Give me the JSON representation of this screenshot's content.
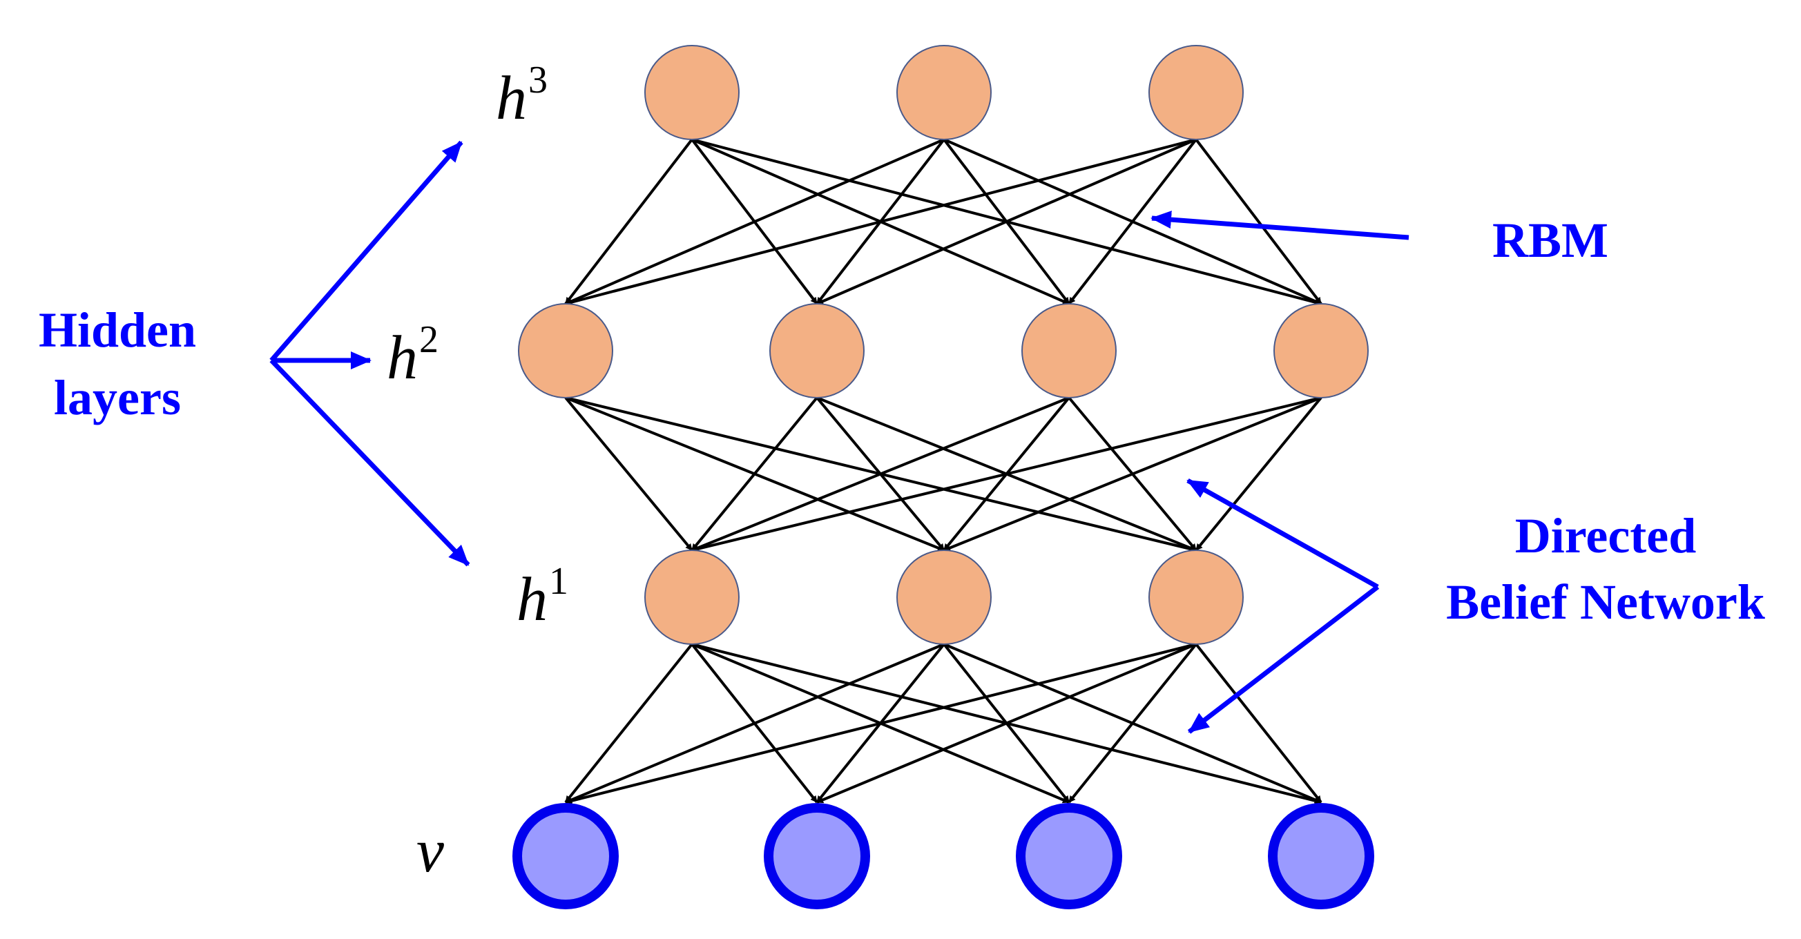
{
  "colors": {
    "hidden_node_fill": "#f3b084",
    "hidden_node_stroke": "#4a5a8a",
    "visible_node_fill": "#9a9aff",
    "visible_node_stroke": "#0000ee",
    "edge": "#000000",
    "annotation": "#0000ff"
  },
  "layers": [
    {
      "id": "h3",
      "base": "h",
      "sup": "3",
      "node_count": 3,
      "kind": "hidden"
    },
    {
      "id": "h2",
      "base": "h",
      "sup": "2",
      "node_count": 4,
      "kind": "hidden"
    },
    {
      "id": "h1",
      "base": "h",
      "sup": "1",
      "node_count": 3,
      "kind": "hidden"
    },
    {
      "id": "v",
      "base": "v",
      "sup": "",
      "node_count": 4,
      "kind": "visible"
    }
  ],
  "annotations": {
    "hidden_layers": [
      "Hidden",
      "layers"
    ],
    "rbm": "RBM",
    "dbn": [
      "Directed",
      "Belief Network"
    ]
  }
}
